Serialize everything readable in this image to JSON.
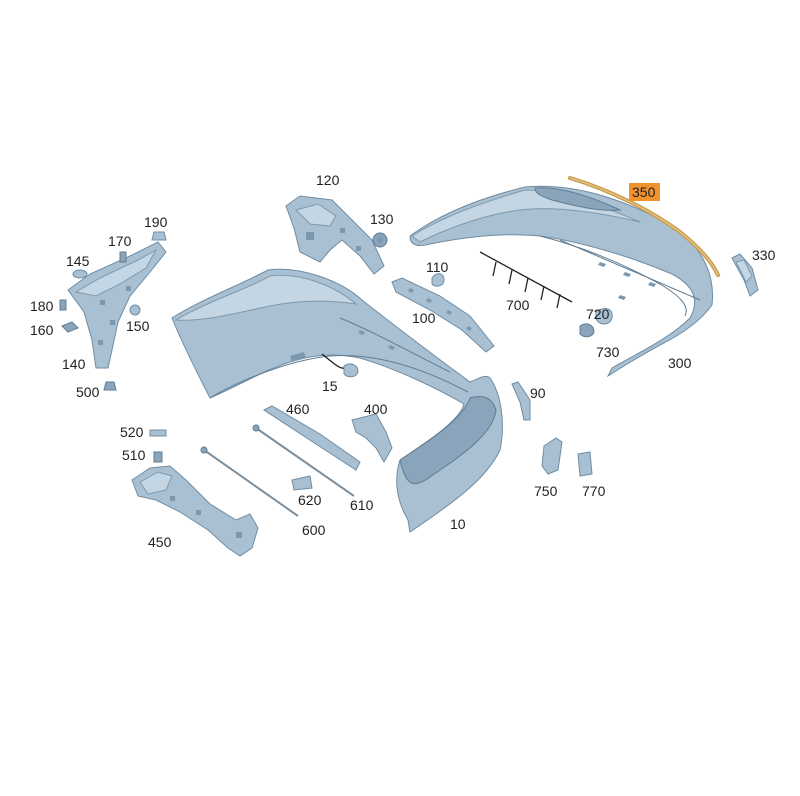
{
  "diagram": {
    "highlight_color": "#f0922e",
    "part_color": "#a9c0d2",
    "labels": {
      "p10": "10",
      "p15": "15",
      "p90": "90",
      "p100": "100",
      "p110": "110",
      "p120": "120",
      "p130": "130",
      "p140": "140",
      "p145": "145",
      "p150": "150",
      "p160": "160",
      "p170": "170",
      "p180": "180",
      "p190": "190",
      "p300": "300",
      "p330": "330",
      "p350": "350",
      "p400": "400",
      "p450": "450",
      "p460": "460",
      "p500": "500",
      "p510": "510",
      "p520": "520",
      "p600": "600",
      "p610": "610",
      "p620": "620",
      "p700": "700",
      "p720": "720",
      "p730": "730",
      "p750": "750",
      "p770": "770"
    },
    "highlighted_part": "350"
  }
}
